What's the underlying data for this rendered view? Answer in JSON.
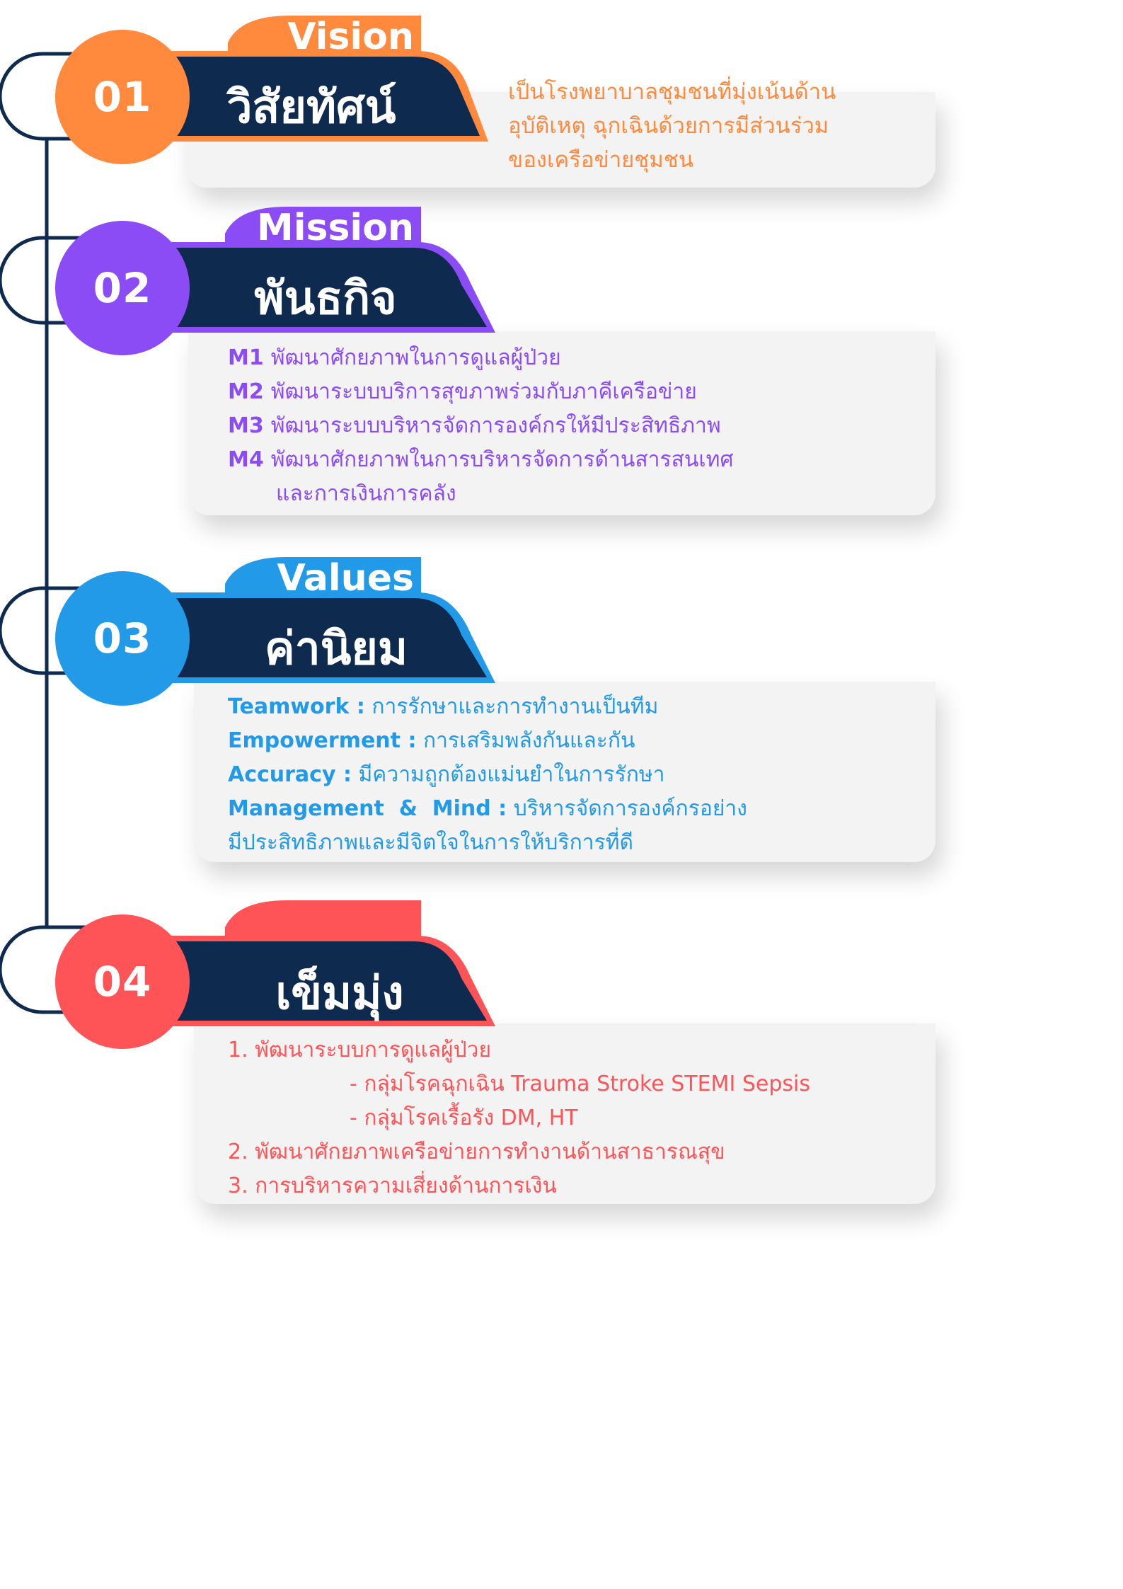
{
  "colors": {
    "navy": "#0e2a4f",
    "vision": "#ff8a3d",
    "mission": "#8b4cf5",
    "values": "#229ae8",
    "goals": "#ff5457"
  },
  "sections": [
    {
      "number": "01",
      "tab": "Vision",
      "title": "วิสัยทัศน์",
      "lines": [
        "เป็นโรงพยาบาลชุมชนที่มุ่งเน้นด้าน",
        "อุบัติเหตุ ฉุกเฉินด้วยการมีส่วนร่วม",
        "ของเครือข่ายชุมชน"
      ]
    },
    {
      "number": "02",
      "tab": "Mission",
      "title": "พันธกิจ",
      "items": [
        {
          "code": "M1",
          "text": "พัฒนาศักยภาพในการดูแลผู้ป่วย"
        },
        {
          "code": "M2",
          "text": "พัฒนาระบบบริการสุขภาพร่วมกับภาคีเครือข่าย"
        },
        {
          "code": "M3",
          "text": "พัฒนาระบบบริหารจัดการองค์กรให้มีประสิทธิภาพ"
        },
        {
          "code": "M4",
          "text": "พัฒนาศักยภาพในการบริหารจัดการด้านสารสนเทศ"
        }
      ],
      "continuation": "และการเงินการคลัง"
    },
    {
      "number": "03",
      "tab": "Values",
      "title": "ค่านิยม",
      "items": [
        {
          "label": "Teamwork :",
          "text": "การรักษาและการทำงานเป็นทีม"
        },
        {
          "label": "Empowerment :",
          "text": "การเสริมพลังกันและกัน"
        },
        {
          "label": "Accuracy :",
          "text": "มีความถูกต้องแม่นยำในการรักษา"
        },
        {
          "label": "Management  &  Mind :",
          "text": "บริหารจัดการองค์กรอย่าง"
        }
      ],
      "continuation": "มีประสิทธิภาพและมีจิตใจในการให้บริการที่ดี"
    },
    {
      "number": "04",
      "tab": "",
      "title": "เข็มมุ่ง",
      "lines": [
        "1. พัฒนาระบบการดูแลผู้ป่วย",
        "- กลุ่มโรคฉุกเฉิน Trauma Stroke STEMI Sepsis",
        "- กลุ่มโรคเรื้อรัง DM, HT",
        "2. พัฒนาศักยภาพเครือข่ายการทำงานด้านสาธารณสุข",
        "3. การบริหารความเสี่ยงด้านการเงิน"
      ]
    }
  ]
}
